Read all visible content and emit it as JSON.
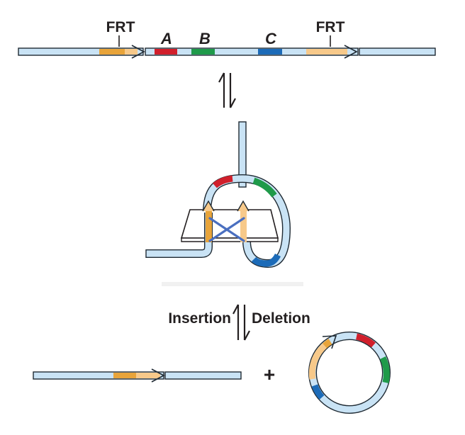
{
  "top_construct": {
    "frt_left_label": "FRT",
    "frt_right_label": "FRT",
    "gene_a_label": "A",
    "gene_b_label": "B",
    "gene_c_label": "C"
  },
  "reaction": {
    "insertion_label": "Insertion",
    "deletion_label": "Deletion",
    "plus_sign": "+"
  },
  "colors": {
    "dna_fill": "#c9e3f5",
    "dna_outline": "#1f2a33",
    "frt_dark": "#e8a43a",
    "frt_light": "#f7c98a",
    "gene_a": "#d11f2b",
    "gene_b": "#1f9a4a",
    "gene_c": "#1c6bb8",
    "crossover": "#4a6fc0",
    "ink": "#231f20"
  },
  "icons": {
    "equilibrium": "double-harpoon-arrow",
    "recombinase": "synapse-platform"
  }
}
